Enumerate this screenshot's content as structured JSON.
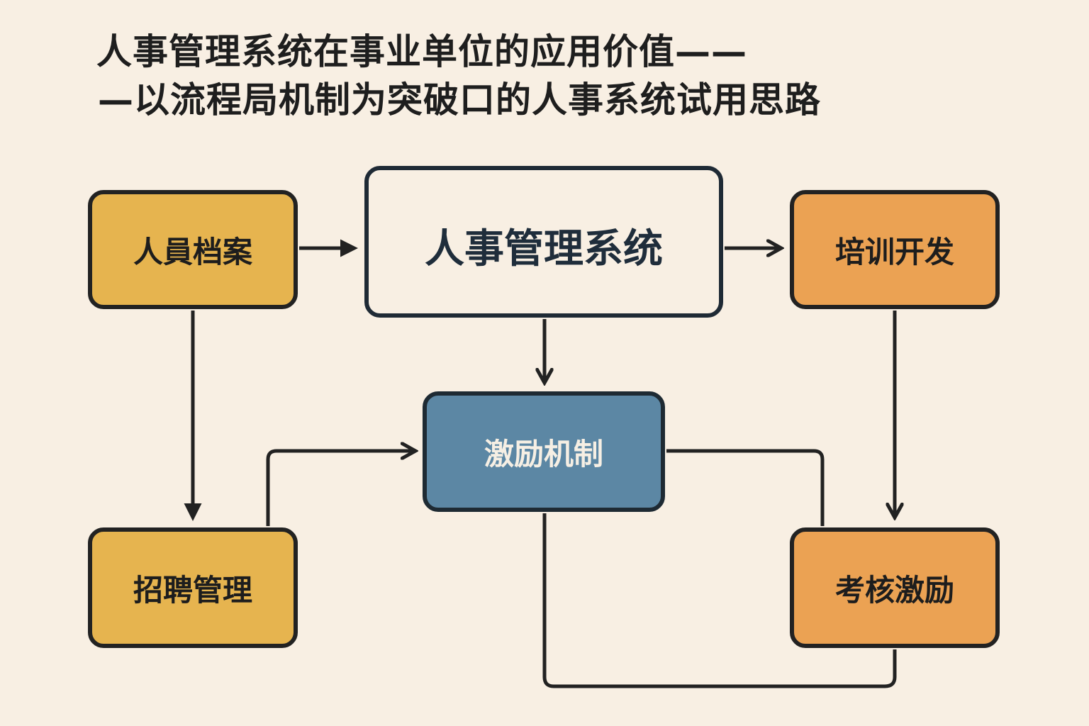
{
  "title": {
    "line1": "人事管理系统在事业单位的应用价值——",
    "line2": "—以流程局机制为突破口的人事系统试用思路"
  },
  "colors": {
    "background": "#f8efe3",
    "yellow": "#e6b44f",
    "orange": "#eba253",
    "blue": "#5c87a4",
    "stroke": "#222222"
  },
  "nodes": {
    "personnel_files": "人員档案",
    "hr_system": "人事管理系统",
    "training": "培训开发",
    "incentive": "激励机制",
    "recruitment": "招聘管理",
    "appraisal": "考核激励"
  },
  "edges": [
    {
      "from": "人員档案",
      "to": "人事管理系统"
    },
    {
      "from": "人事管理系统",
      "to": "培训开发"
    },
    {
      "from": "人事管理系统",
      "to": "激励机制"
    },
    {
      "from": "人員档案",
      "to": "招聘管理"
    },
    {
      "from": "招聘管理",
      "to": "激励机制"
    },
    {
      "from": "培训开发",
      "to": "考核激励"
    },
    {
      "from": "激励机制",
      "to": "考核激励"
    },
    {
      "from": "激励机制",
      "to": "考核激励",
      "note": "bottom loop"
    }
  ]
}
